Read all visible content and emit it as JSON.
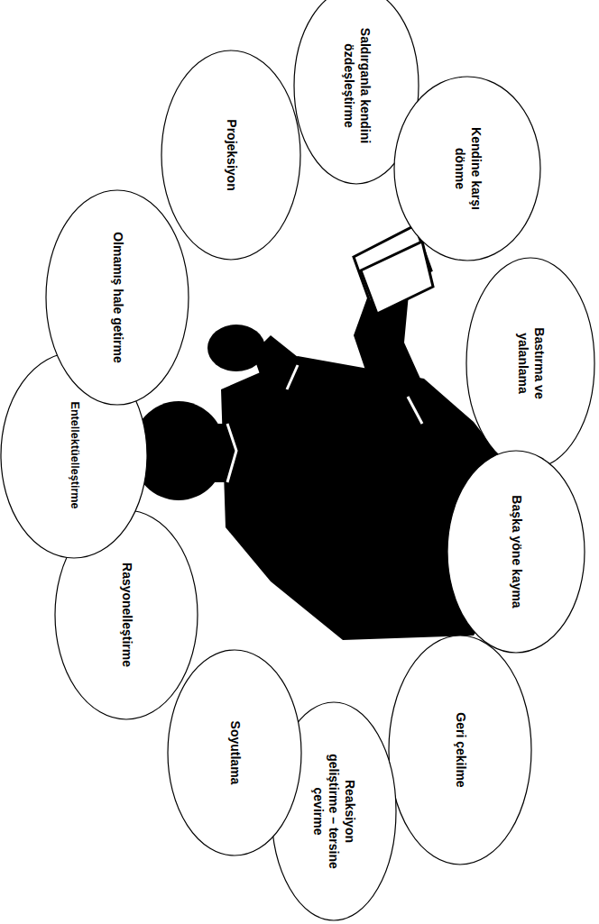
{
  "diagram": {
    "nodes": [
      {
        "text": [
          "Projeksiyon"
        ]
      },
      {
        "text": [
          "Saldırganla kendini özdeşleştirme"
        ]
      },
      {
        "text": [
          "Kendine karşı dönme"
        ]
      },
      {
        "text": [
          "Bastırma ve yalanlama"
        ]
      },
      {
        "text": [
          "Başka yöne kayma"
        ]
      },
      {
        "text": [
          "Geri çekilme"
        ]
      },
      {
        "text": [
          "Reaksiyon geliştirme – tersine çevirme"
        ]
      },
      {
        "text": [
          "Soyutlama"
        ]
      },
      {
        "text": [
          "Rasyonelleştirme"
        ]
      },
      {
        "text": [
          "Entellektüelleştirme"
        ]
      },
      {
        "text": [
          "Olmamış hale getirme"
        ]
      }
    ]
  }
}
